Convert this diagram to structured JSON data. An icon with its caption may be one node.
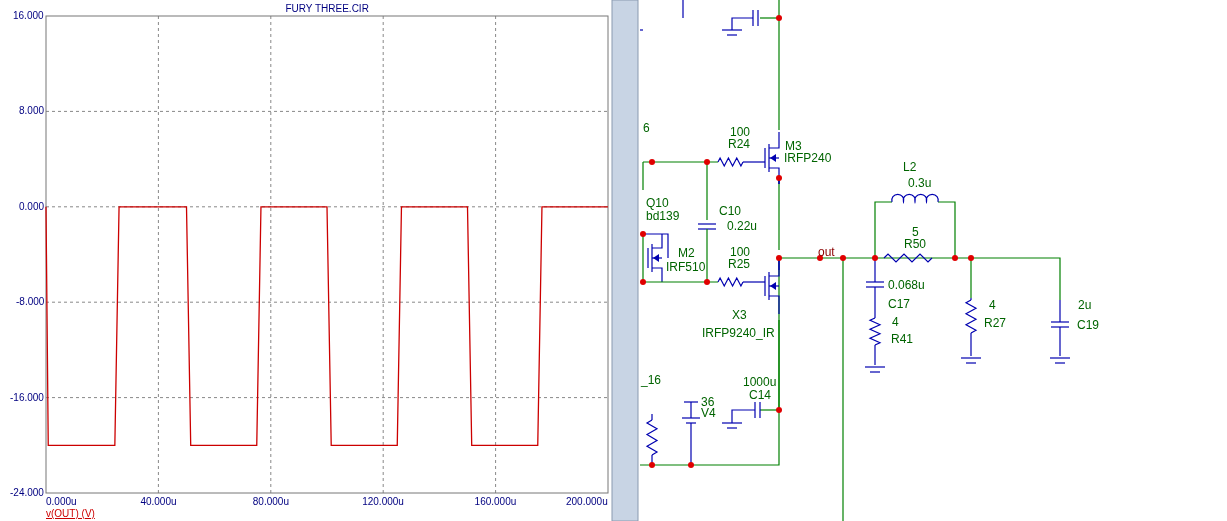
{
  "diagram": {
    "labels": [
      "6",
      "100",
      "R24",
      "M3",
      "IRFP240",
      "Q10",
      "bd139",
      "C10",
      "0.22u",
      "M2",
      "IRF510",
      "100",
      "R25",
      "out",
      "X3",
      "IRFP9240_IR",
      "_16",
      "1000u",
      "C14",
      "36",
      "V4",
      "L2",
      "0.3u",
      "5",
      "R50",
      "0.068u",
      "C17",
      "4",
      "R41",
      "4",
      "R27",
      "2u",
      "C19"
    ],
    "chart_data": {
      "type": "line",
      "title": "FURY THREE.CIR",
      "x": [
        0,
        0.8,
        24.5,
        26,
        50,
        51.5,
        75,
        76.5,
        100,
        101.5,
        125,
        126.5,
        150,
        151.5,
        175,
        176.5,
        200
      ],
      "series": [
        {
          "name": "v(OUT) (V)",
          "color": "#cc0000",
          "values": [
            0,
            -20,
            -20,
            0,
            0,
            -20,
            -20,
            0,
            0,
            -20,
            -20,
            0,
            0,
            -20,
            -20,
            0,
            0
          ]
        }
      ],
      "xlim": [
        0,
        200
      ],
      "ylim": [
        -24,
        16
      ],
      "grid": true,
      "xticks": [
        {
          "value": 0,
          "label": "0.000u"
        },
        {
          "value": 40,
          "label": "40.000u"
        },
        {
          "value": 80,
          "label": "80.000u"
        },
        {
          "value": 120,
          "label": "120.000u"
        },
        {
          "value": 160,
          "label": "160.000u"
        },
        {
          "value": 200,
          "label": "200.000u"
        }
      ],
      "yticks": [
        {
          "value": 16,
          "label": "16.000"
        },
        {
          "value": 8,
          "label": "8.000"
        },
        {
          "value": 0,
          "label": "0.000"
        },
        {
          "value": -8,
          "label": "-8.000"
        },
        {
          "value": -16,
          "label": "-16.000"
        },
        {
          "value": -24,
          "label": "-24.000"
        }
      ]
    }
  }
}
